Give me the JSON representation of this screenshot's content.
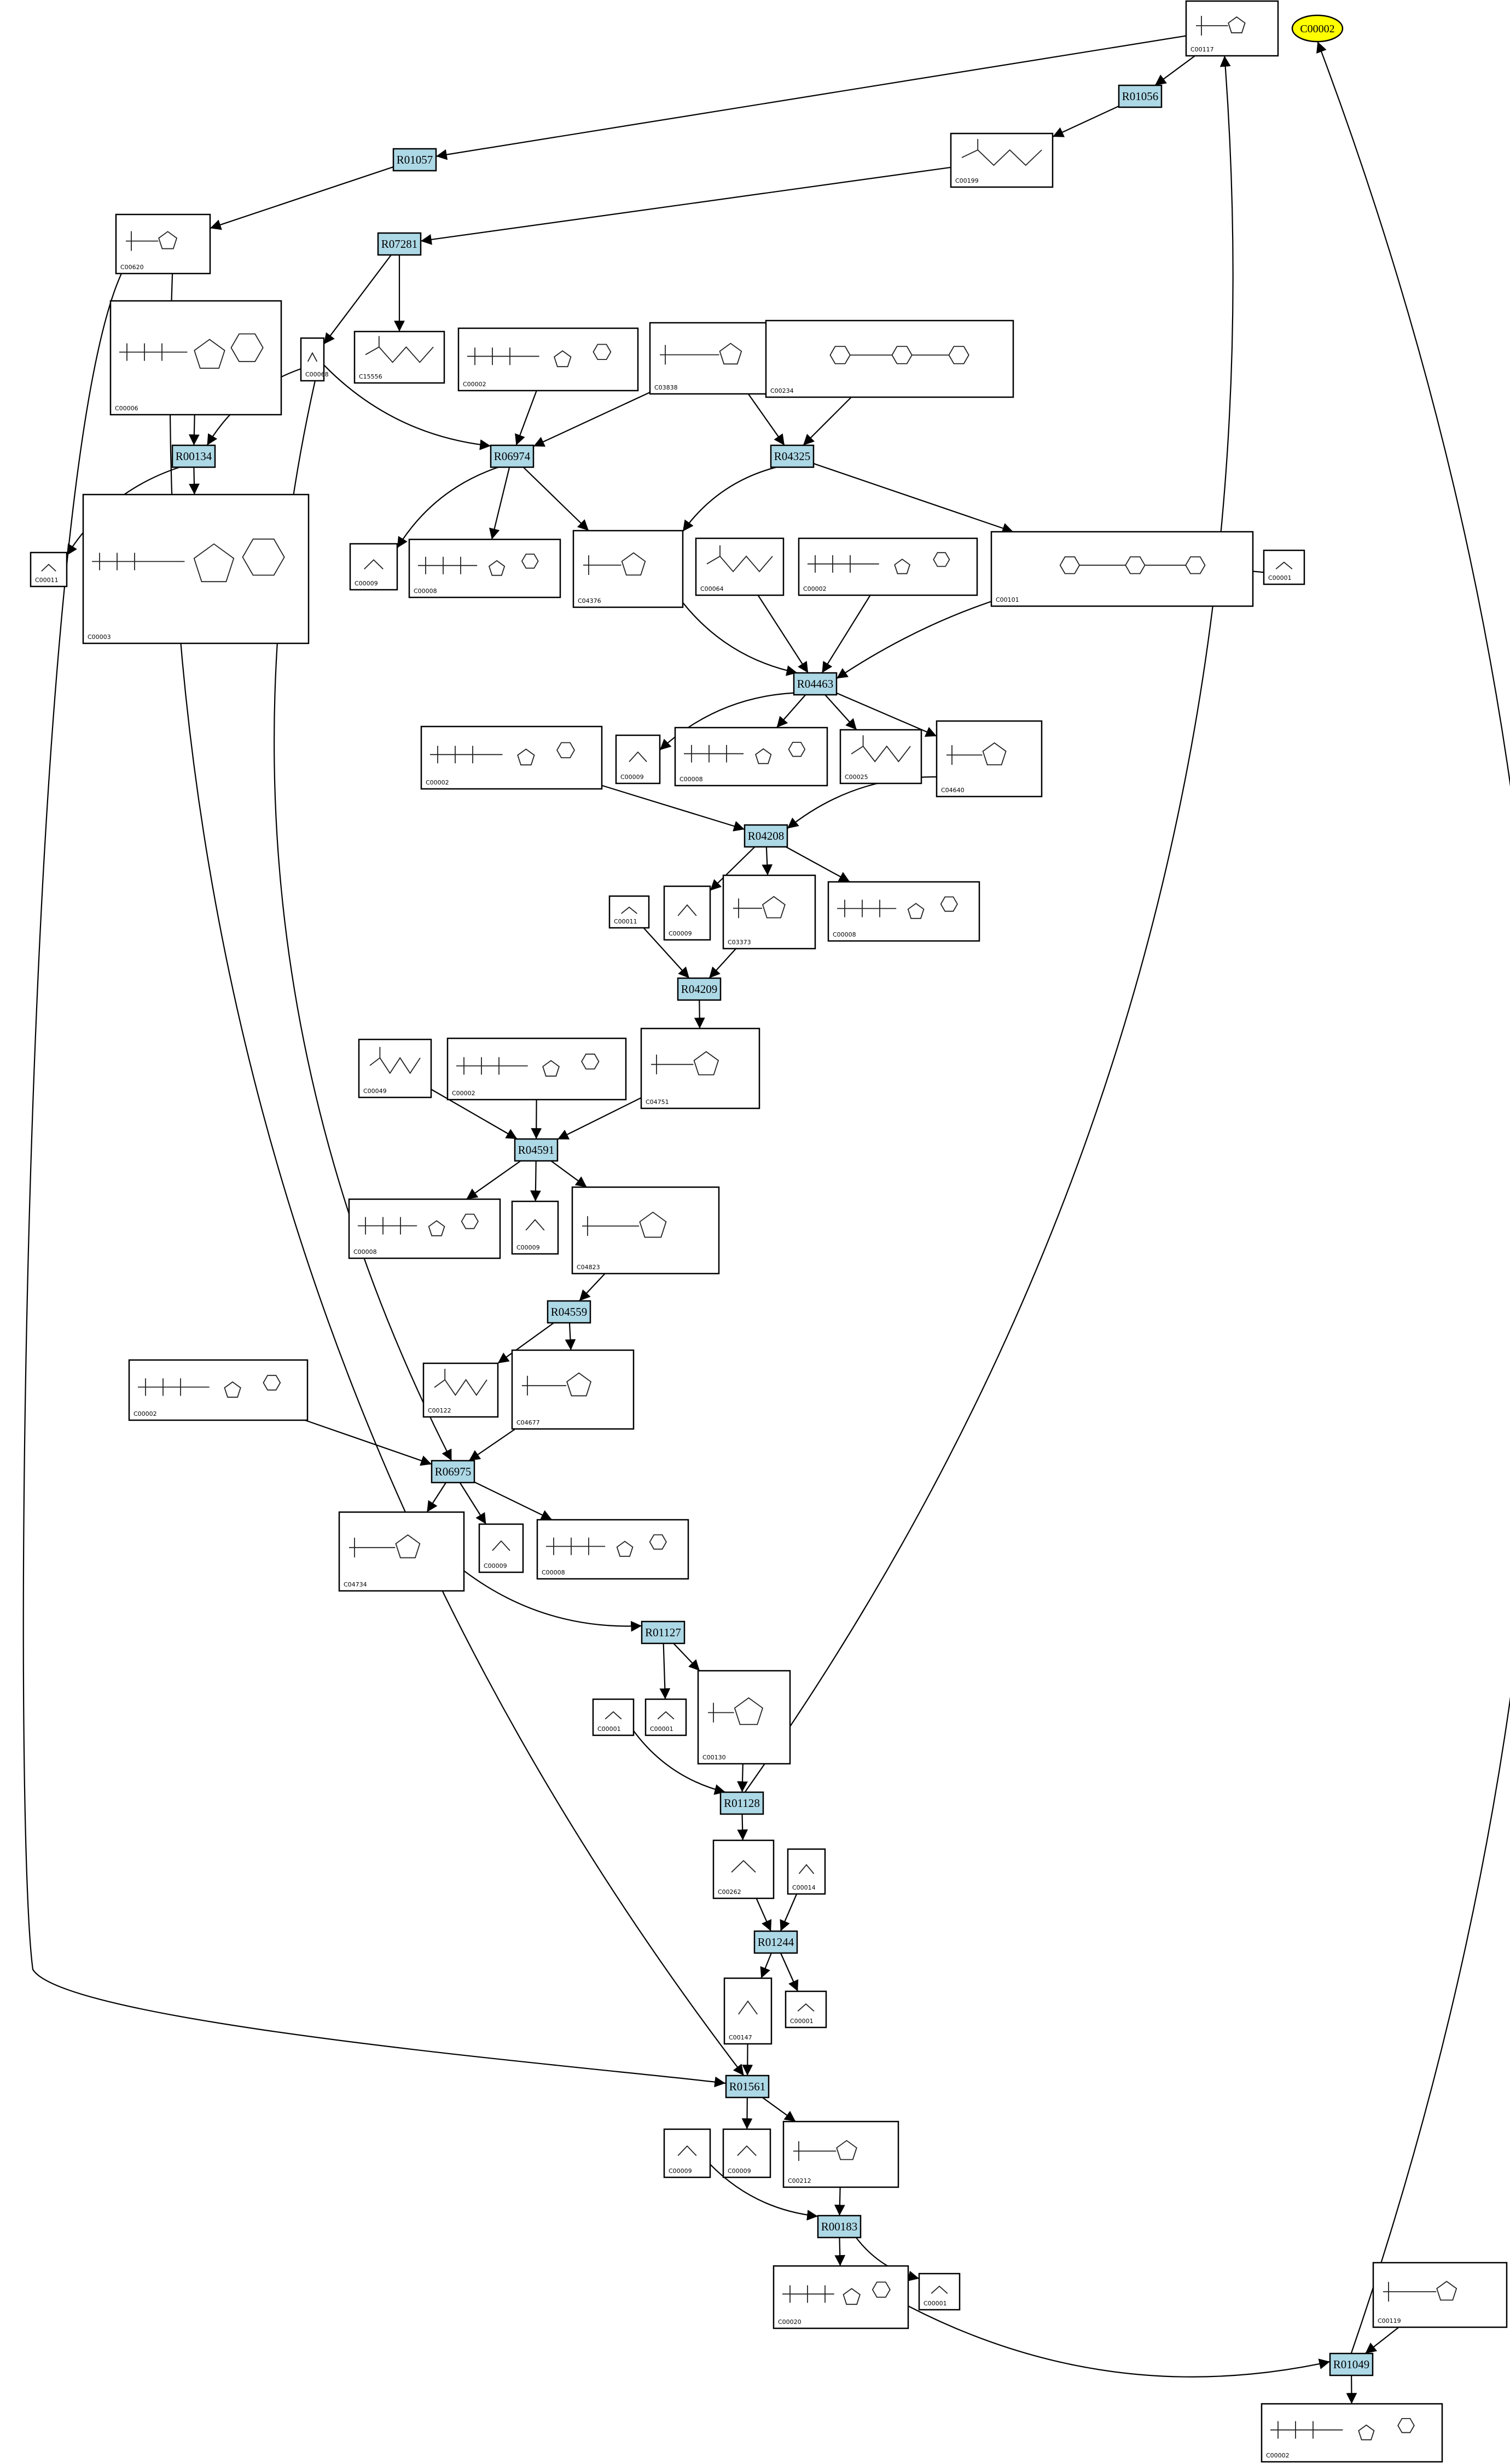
{
  "start_node": {
    "label": "C00002"
  },
  "reactions": [
    {
      "id": "R01056",
      "label": "R01056"
    },
    {
      "id": "R01057",
      "label": "R01057"
    },
    {
      "id": "R07281",
      "label": "R07281"
    },
    {
      "id": "R00134",
      "label": "R00134"
    },
    {
      "id": "R06974",
      "label": "R06974"
    },
    {
      "id": "R04325",
      "label": "R04325"
    },
    {
      "id": "R04463",
      "label": "R04463"
    },
    {
      "id": "R04208",
      "label": "R04208"
    },
    {
      "id": "R04209",
      "label": "R04209"
    },
    {
      "id": "R04591",
      "label": "R04591"
    },
    {
      "id": "R04559",
      "label": "R04559"
    },
    {
      "id": "R06975",
      "label": "R06975"
    },
    {
      "id": "R01127",
      "label": "R01127"
    },
    {
      "id": "R01128",
      "label": "R01128"
    },
    {
      "id": "R01244",
      "label": "R01244"
    },
    {
      "id": "R01561",
      "label": "R01561"
    },
    {
      "id": "R00183",
      "label": "R00183"
    },
    {
      "id": "R01049",
      "label": "R01049"
    }
  ],
  "compounds": [
    {
      "id": "c00117_top",
      "label": "C00117",
      "kind": "sugar"
    },
    {
      "id": "c00199",
      "label": "C00199",
      "kind": "chain"
    },
    {
      "id": "c00620",
      "label": "C00620",
      "kind": "sugar"
    },
    {
      "id": "c00003_a",
      "label": "C00003",
      "kind": "nucleotide"
    },
    {
      "id": "c00068",
      "label": "C00068",
      "kind": "small"
    },
    {
      "id": "c15556",
      "label": "C15556",
      "kind": "chain"
    },
    {
      "id": "c00002_a",
      "label": "C00002",
      "kind": "nucleotide"
    },
    {
      "id": "c03838",
      "label": "C03838",
      "kind": "sugar"
    },
    {
      "id": "c00234",
      "label": "C00234",
      "kind": "large"
    },
    {
      "id": "c00011_a",
      "label": "C00011",
      "kind": "small"
    },
    {
      "id": "c00006",
      "label": "C00006",
      "kind": "nucleotide"
    },
    {
      "id": "c00009_a",
      "label": "C00009",
      "kind": "small"
    },
    {
      "id": "c00008_a",
      "label": "C00008",
      "kind": "nucleotide"
    },
    {
      "id": "c04376",
      "label": "C04376",
      "kind": "sugar"
    },
    {
      "id": "c00064",
      "label": "C00064",
      "kind": "chain"
    },
    {
      "id": "c00002_b",
      "label": "C00002",
      "kind": "nucleotide"
    },
    {
      "id": "c00101",
      "label": "C00101",
      "kind": "large"
    },
    {
      "id": "c00001_a",
      "label": "C00001",
      "kind": "small"
    },
    {
      "id": "c00002_c",
      "label": "C00002",
      "kind": "nucleotide"
    },
    {
      "id": "c00009_b",
      "label": "C00009",
      "kind": "small"
    },
    {
      "id": "c00008_b",
      "label": "C00008",
      "kind": "nucleotide"
    },
    {
      "id": "c00025",
      "label": "C00025",
      "kind": "chain"
    },
    {
      "id": "c04640",
      "label": "C04640",
      "kind": "sugar"
    },
    {
      "id": "c00011_b",
      "label": "C00011",
      "kind": "small"
    },
    {
      "id": "c00009_c",
      "label": "C00009",
      "kind": "small"
    },
    {
      "id": "c03373",
      "label": "C03373",
      "kind": "sugar"
    },
    {
      "id": "c00008_c",
      "label": "C00008",
      "kind": "nucleotide"
    },
    {
      "id": "c00049",
      "label": "C00049",
      "kind": "chain"
    },
    {
      "id": "c00002_d",
      "label": "C00002",
      "kind": "nucleotide"
    },
    {
      "id": "c04751",
      "label": "C04751",
      "kind": "sugar"
    },
    {
      "id": "c00008_d",
      "label": "C00008",
      "kind": "nucleotide"
    },
    {
      "id": "c00009_d",
      "label": "C00009",
      "kind": "small"
    },
    {
      "id": "c04823",
      "label": "C04823",
      "kind": "sugar"
    },
    {
      "id": "c00122",
      "label": "C00122",
      "kind": "chain"
    },
    {
      "id": "c04677",
      "label": "C04677",
      "kind": "sugar"
    },
    {
      "id": "c00002_e",
      "label": "C00002",
      "kind": "nucleotide"
    },
    {
      "id": "c04734",
      "label": "C04734",
      "kind": "sugar"
    },
    {
      "id": "c00009_e",
      "label": "C00009",
      "kind": "small"
    },
    {
      "id": "c00008_e",
      "label": "C00008",
      "kind": "nucleotide"
    },
    {
      "id": "c00001_b",
      "label": "C00001",
      "kind": "small"
    },
    {
      "id": "c00001_c",
      "label": "C00001",
      "kind": "small"
    },
    {
      "id": "c00130",
      "label": "C00130",
      "kind": "sugar"
    },
    {
      "id": "c00262",
      "label": "C00262",
      "kind": "small"
    },
    {
      "id": "c00014",
      "label": "C00014",
      "kind": "small"
    },
    {
      "id": "c00147",
      "label": "C00147",
      "kind": "small"
    },
    {
      "id": "c00001_d",
      "label": "C00001",
      "kind": "small"
    },
    {
      "id": "c00009_f",
      "label": "C00009",
      "kind": "small"
    },
    {
      "id": "c00009_g",
      "label": "C00009",
      "kind": "small"
    },
    {
      "id": "c00212",
      "label": "C00212",
      "kind": "sugar"
    },
    {
      "id": "c00020",
      "label": "C00020",
      "kind": "nucleotide"
    },
    {
      "id": "c00001_e",
      "label": "C00001",
      "kind": "small"
    },
    {
      "id": "c00119",
      "label": "C00119",
      "kind": "sugar"
    },
    {
      "id": "c00002_f",
      "label": "C00002",
      "kind": "nucleotide"
    }
  ]
}
